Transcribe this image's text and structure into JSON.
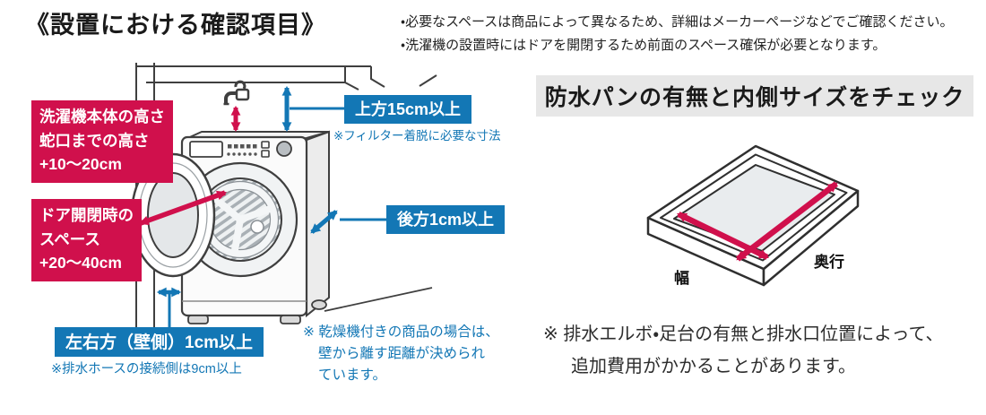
{
  "title": "《設置における確認項目》",
  "top_notes": {
    "line1": "・必要なスペースは商品によって異なるため、詳細はメーカーページなどでご確認ください。",
    "line2": "・洗濯機の設置時にはドアを開閉するため前面のスペース確保が必要となります。"
  },
  "machine_diagram": {
    "label_faucet_height": {
      "line1": "洗濯機本体の高さ",
      "line2": "蛇口までの高さ",
      "line3": "+10〜20cm"
    },
    "label_door_space": {
      "line1": "ドア開閉時の",
      "line2": "スペース",
      "line3": "+20〜40cm"
    },
    "label_top_clearance": "上方15cm以上",
    "note_top_clearance": "※フィルター着脱に必要な寸法",
    "label_rear_clearance": "後方1cm以上",
    "label_side_clearance": "左右方（壁側）1cm以上",
    "note_side_clearance": "※排水ホースの接続側は9cm以上",
    "note_dryer": {
      "line1": "※ 乾燥機付きの商品の場合は、",
      "line2": "壁から離す距離が決められ",
      "line3": "ています。"
    }
  },
  "pan_section": {
    "heading": "防水パンの有無と内側サイズをチェック",
    "label_width": "幅",
    "label_depth": "奥行",
    "note": {
      "line1": "※ 排水エルボ・足台の有無と排水口位置によって、",
      "line2": "追加費用がかかることがあります。"
    }
  },
  "colors": {
    "red": "#d0104c",
    "blue": "#1377b5",
    "heading_bg": "#e7e7e7"
  }
}
